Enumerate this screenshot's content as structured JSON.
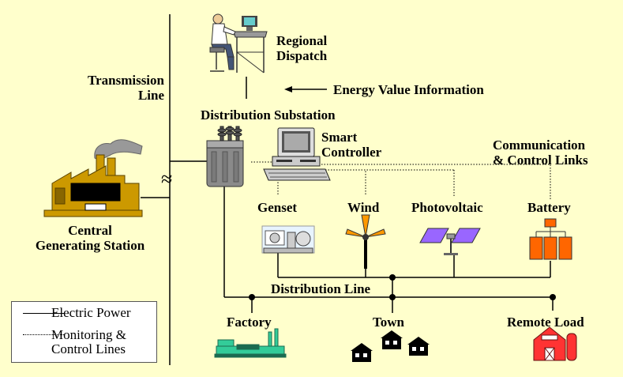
{
  "labels": {
    "regional_dispatch": "Regional\nDispatch",
    "transmission_line": "Transmission\nLine",
    "energy_value_information": "Energy Value Information",
    "distribution_substation": "Distribution Substation",
    "smart_controller": "Smart\nController",
    "communication_links": "Communication\n& Control Links",
    "genset": "Genset",
    "wind": "Wind",
    "photovoltaic": "Photovoltaic",
    "battery": "Battery",
    "central_generating_station": "Central\nGenerating Station",
    "distribution_line": "Distribution Line",
    "factory": "Factory",
    "town": "Town",
    "remote_load": "Remote Load"
  },
  "legend": {
    "electric_power": "Electric Power",
    "monitoring_control": "Monitoring &\nControl Lines"
  },
  "symbols": {
    "ac_symbol": "≈"
  },
  "colors": {
    "background": "#FFFFCC",
    "generating_station": "#CC9900",
    "transformer": "#8A8A8A",
    "pv_panel": "#9966FF",
    "battery": "#FF6600",
    "factory": "#33CC99",
    "remote_load": "#FF3333",
    "wind_blade": "#FF9900"
  }
}
